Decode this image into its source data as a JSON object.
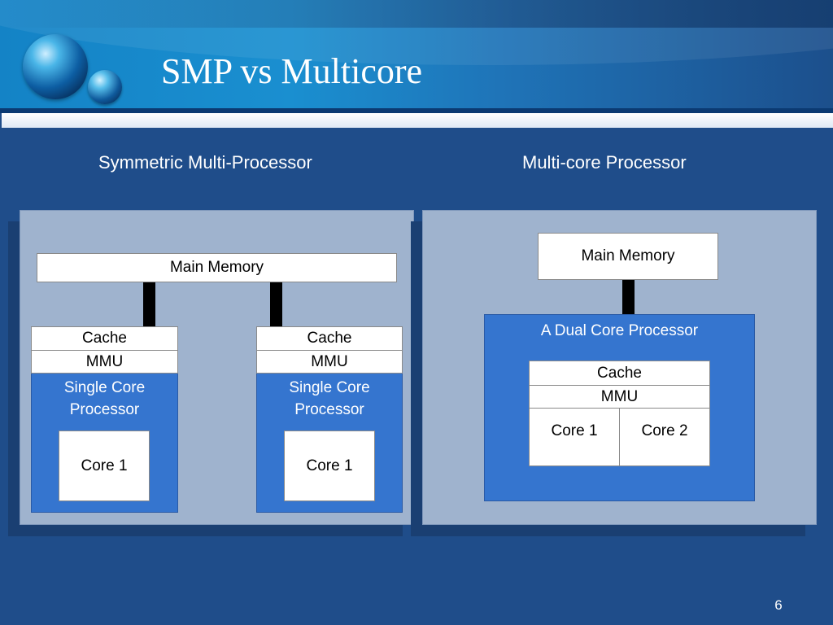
{
  "slide": {
    "title": "SMP vs Multicore",
    "page_number": "6"
  },
  "smp": {
    "heading": "Symmetric Multi-Processor",
    "main_memory": "Main Memory",
    "processors": [
      {
        "cache": "Cache",
        "mmu": "MMU",
        "label": "Single Core Processor",
        "core": "Core 1"
      },
      {
        "cache": "Cache",
        "mmu": "MMU",
        "label": "Single Core Processor",
        "core": "Core 1"
      }
    ]
  },
  "multicore": {
    "heading": "Multi-core Processor",
    "main_memory": "Main Memory",
    "processor_label": "A Dual Core Processor",
    "cache": "Cache",
    "mmu": "MMU",
    "cores": [
      "Core 1",
      "Core 2"
    ]
  },
  "colors": {
    "background": "#1f4d8a",
    "panel": "#9fb3ce",
    "processor_block": "#3575cf",
    "connector": "#000000"
  }
}
